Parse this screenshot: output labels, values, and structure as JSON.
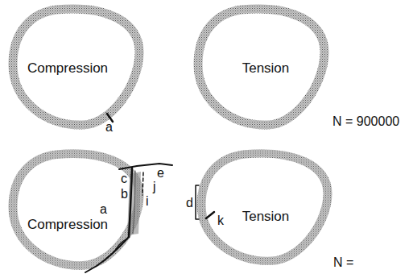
{
  "diagram": {
    "nodes": [
      {
        "text": [
          "Compression"
        ]
      },
      {
        "text": [
          "Tension"
        ]
      },
      {
        "text": [
          "Compression"
        ]
      },
      {
        "text": [
          "Tension"
        ]
      }
    ],
    "labels": [
      "a",
      "N = 900000",
      "c",
      "b",
      "a",
      "e",
      "j",
      "i",
      "d",
      "k",
      "N ="
    ]
  }
}
